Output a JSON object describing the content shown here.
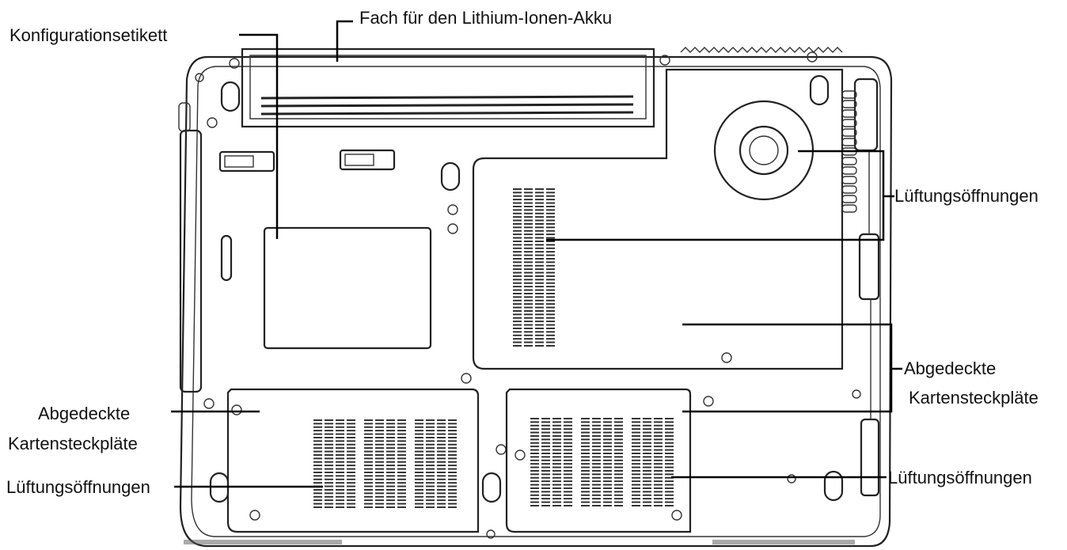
{
  "diagram": {
    "labels": {
      "battery_bay": "Fach für den Lithium-Ionen-Akku",
      "config_label": "Konfigurationsetikett",
      "vents_right": "Lüftungsöffnungen",
      "covered_slots_right_1": "Abgedeckte",
      "covered_slots_right_2": "Kartensteckpläte",
      "covered_slots_left_1": "Abgedeckte",
      "covered_slots_left_2": "Kartensteckpläte",
      "vents_left": "Lüftungsöffnungen",
      "vents_bottom_right": "Lüftungsöffnungen"
    }
  }
}
